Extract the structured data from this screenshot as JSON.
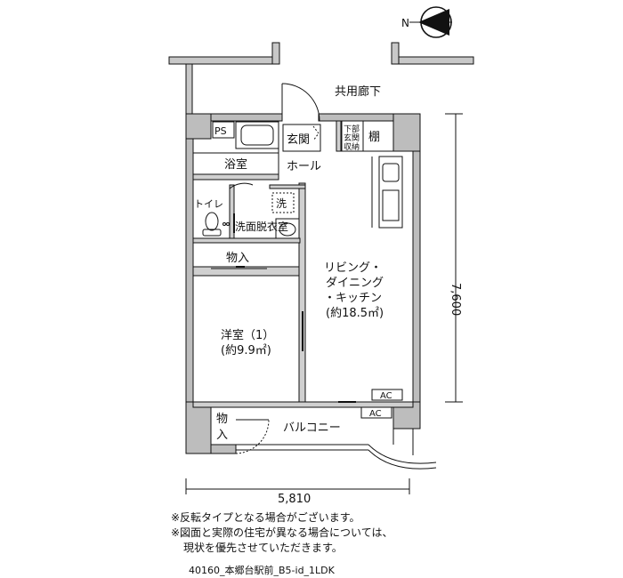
{
  "compass": {
    "north_label": "N"
  },
  "corridor_label": "共用廊下",
  "rooms": {
    "ps": "PS",
    "entrance": "玄関",
    "shoe_storage": [
      "下部",
      "玄関",
      "収納"
    ],
    "shelf": "棚",
    "bathroom": "浴室",
    "hall": "ホール",
    "toilet": "トイレ",
    "washer": "洗",
    "washroom": "洗面脱衣室",
    "closet_mid": "物入",
    "ldk": [
      "リビング・",
      "ダイニング",
      "・キッチン",
      "(約18.5㎡)"
    ],
    "western_room": [
      "洋室（1）",
      "(約9.9㎡)"
    ],
    "closet_bottom": [
      "物",
      "入"
    ],
    "balcony": "バルコニー",
    "ac_inner": "AC",
    "ac_outer": "AC"
  },
  "dimensions": {
    "height": "7,600",
    "width": "5,810"
  },
  "notes": [
    "※反転タイプとなる場合がございます。",
    "※図面と実際の住宅が異なる場合については、",
    "現状を優先させていただきます。"
  ],
  "filename": "40160_本郷台駅前_B5-id_1LDK"
}
